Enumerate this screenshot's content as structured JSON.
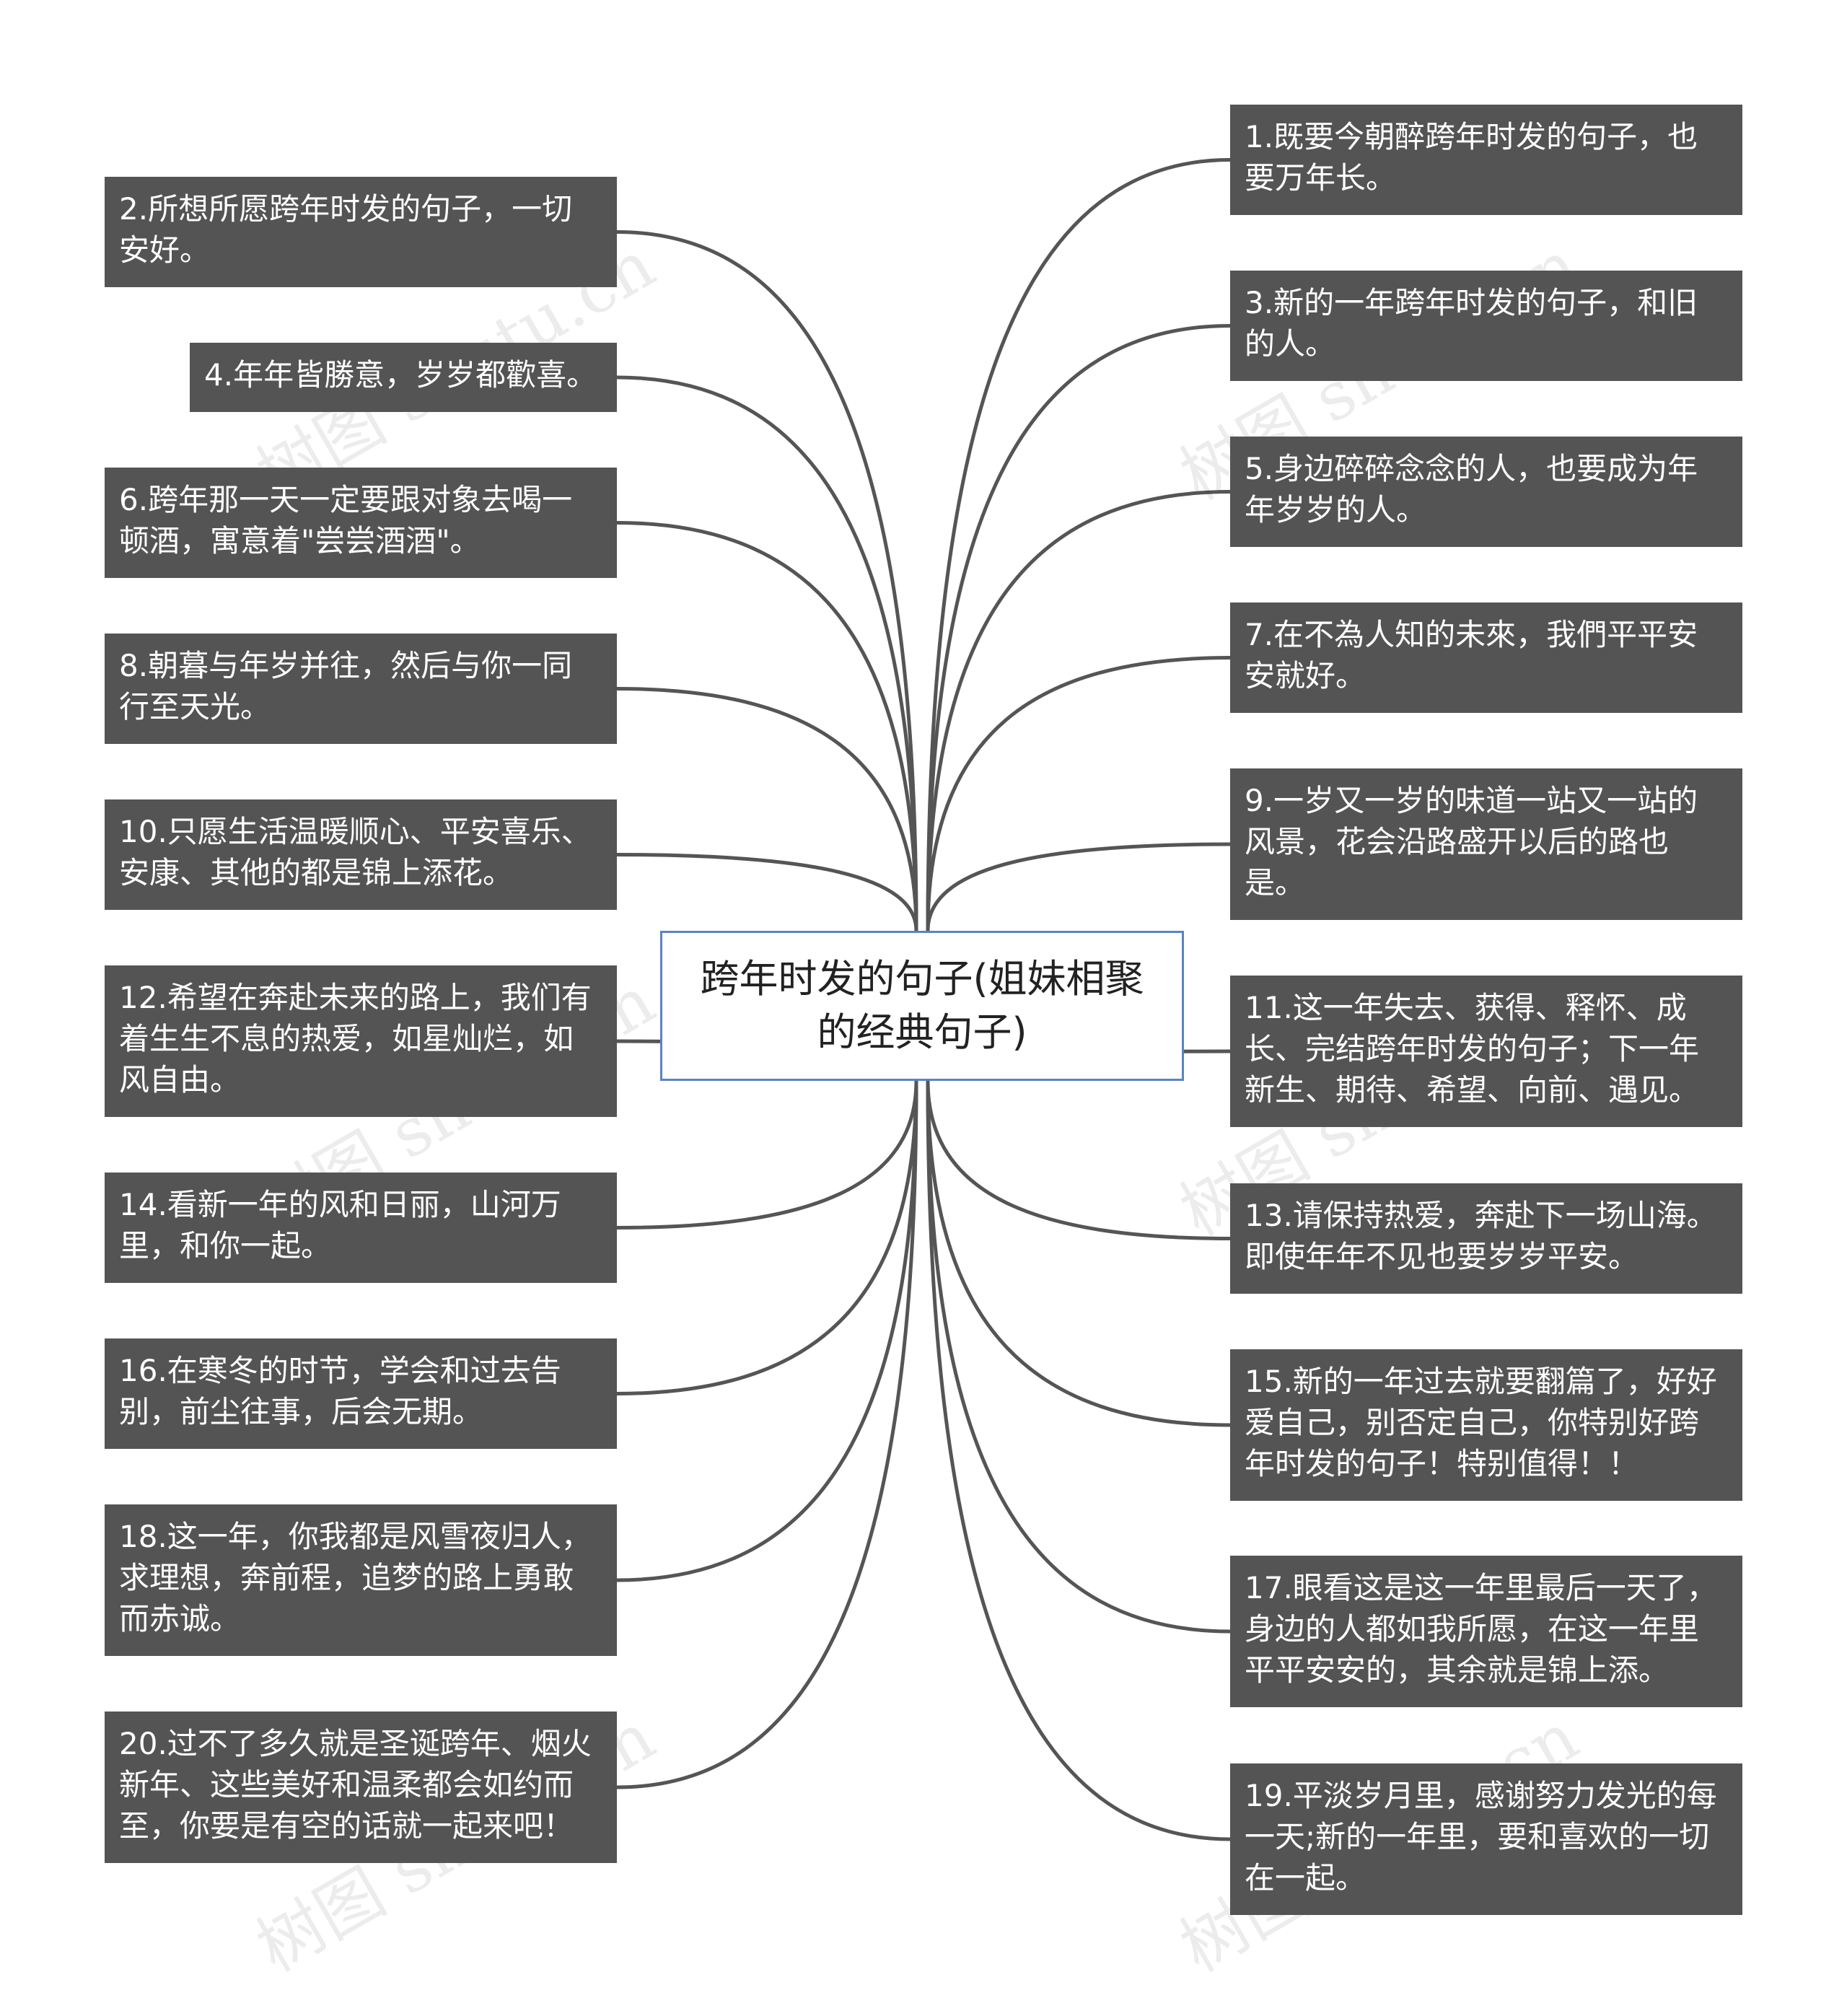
{
  "root": {
    "title": "跨年时发的句子(姐妹相聚的经典句子)"
  },
  "nodes": [
    {
      "id": "n1",
      "text": "1.既要今朝醉跨年时发的句子，也要万年长。"
    },
    {
      "id": "n2",
      "text": "2.所想所愿跨年时发的句子，一切安好。"
    },
    {
      "id": "n3",
      "text": "3.新的一年跨年时发的句子，和旧的人。"
    },
    {
      "id": "n4",
      "text": "4.年年皆勝意，岁岁都歡喜。"
    },
    {
      "id": "n5",
      "text": "5.身边碎碎念念的人，也要成为年年岁岁的人。"
    },
    {
      "id": "n6",
      "text": "6.跨年那一天一定要跟对象去喝一顿酒，寓意着\"尝尝酒酒\"。"
    },
    {
      "id": "n7",
      "text": "7.在不為人知的未來，我們平平安安就好。"
    },
    {
      "id": "n8",
      "text": "8.朝暮与年岁并往，然后与你一同行至天光。"
    },
    {
      "id": "n9",
      "text": "9.一岁又一岁的味道一站又一站的风景，花会沿路盛开以后的路也是。"
    },
    {
      "id": "n10",
      "text": "10.只愿生活温暖顺心、平安喜乐、安康、其他的都是锦上添花。"
    },
    {
      "id": "n11",
      "text": "11.这一年失去、获得、释怀、成长、完结跨年时发的句子；下一年新生、期待、希望、向前、遇见。"
    },
    {
      "id": "n12",
      "text": "12.希望在奔赴未来的路上，我们有着生生不息的热爱，如星灿烂，如风自由。"
    },
    {
      "id": "n13",
      "text": "13.请保持热爱，奔赴下一场山海。即使年年不见也要岁岁平安。"
    },
    {
      "id": "n14",
      "text": "14.看新一年的风和日丽，山河万里，和你一起。"
    },
    {
      "id": "n15",
      "text": "15.新的一年过去就要翻篇了，好好爱自己，别否定自己，你特别好跨年时发的句子！特别值得！！"
    },
    {
      "id": "n16",
      "text": "16.在寒冬的时节，学会和过去告别，前尘往事，后会无期。"
    },
    {
      "id": "n17",
      "text": "17.眼看这是这一年里最后一天了，身边的人都如我所愿，在这一年里平平安安的，其余就是锦上添。"
    },
    {
      "id": "n18",
      "text": "18.这一年，你我都是风雪夜归人，求理想，奔前程，追梦的路上勇敢而赤诚。"
    },
    {
      "id": "n19",
      "text": "19.平淡岁月里，感谢努力发光的每一天;新的一年里，要和喜欢的一切在一起。"
    },
    {
      "id": "n20",
      "text": "20.过不了多久就是圣诞跨年、烟火新年、这些美好和温柔都会如约而至，你要是有空的话就一起来吧！"
    }
  ],
  "watermark": "树图 shutu.cn",
  "colors": {
    "node_bg": "#545454",
    "node_text": "#ffffff",
    "root_border": "#5a83c4",
    "link": "#555555"
  }
}
